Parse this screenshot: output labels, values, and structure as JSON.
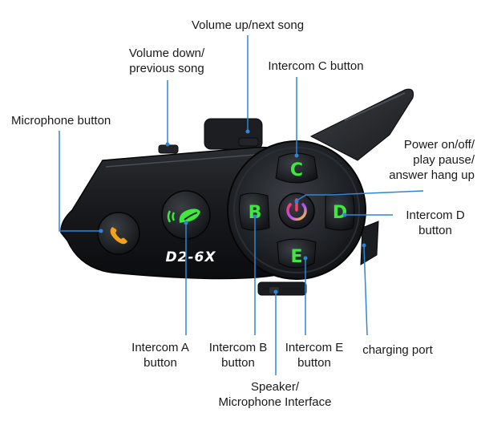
{
  "model_name": "D2-6X",
  "button_letters": {
    "c": "C",
    "b": "B",
    "d": "D",
    "e": "E"
  },
  "colors": {
    "accent_green": "#3ee83e",
    "phone_orange": "#f2a21a",
    "leader_blue": "#2f86d6",
    "body_dark": "#141618"
  },
  "icons": {
    "phone": "phone-icon",
    "intercom": "intercom-wave-icon",
    "power": "power-icon"
  },
  "labels": {
    "volume_up": [
      "Volume up/next song"
    ],
    "volume_down": [
      "Volume down/",
      "previous song"
    ],
    "intercom_c": [
      "Intercom C button"
    ],
    "microphone": [
      "Microphone button"
    ],
    "power": [
      "Power on/off/",
      "play pause/",
      "answer hang up"
    ],
    "intercom_d": [
      "Intercom D",
      "button"
    ],
    "intercom_a": [
      "Intercom A",
      "button"
    ],
    "intercom_b": [
      "Intercom B",
      "button"
    ],
    "intercom_e": [
      "Intercom E",
      "button"
    ],
    "charging": [
      "charging port"
    ],
    "speaker": [
      "Speaker/",
      "Microphone Interface"
    ]
  }
}
